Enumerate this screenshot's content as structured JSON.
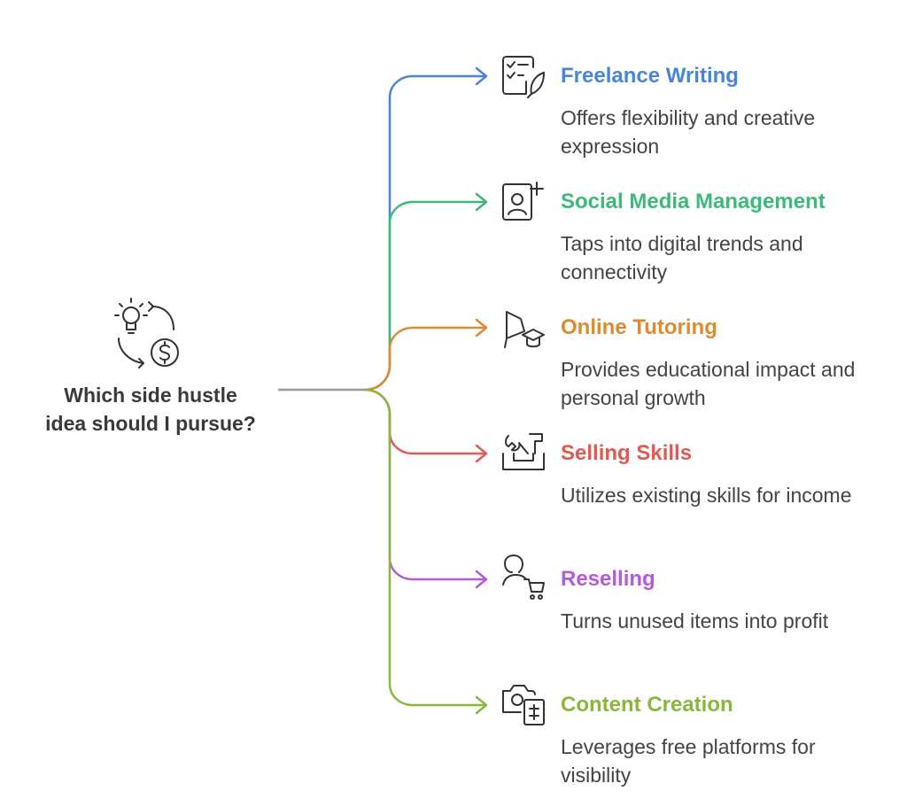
{
  "central": {
    "line1": "Which side hustle",
    "line2": "idea should I pursue?",
    "icon": "idea-money-cycle-icon"
  },
  "branches": [
    {
      "title": "Freelance Writing",
      "desc": "Offers flexibility and creative expression",
      "color": "#4a86d8",
      "icon": "checklist-pen-icon"
    },
    {
      "title": "Social Media Management",
      "desc": "Taps into digital trends and connectivity",
      "color": "#3dba7a",
      "icon": "profile-add-icon"
    },
    {
      "title": "Online Tutoring",
      "desc": "Provides educational impact and personal growth",
      "color": "#df8a2e",
      "icon": "pushpin-graduation-cap-icon"
    },
    {
      "title": "Selling Skills",
      "desc": "Utilizes existing skills for income",
      "color": "#de5a52",
      "icon": "toolbox-icon"
    },
    {
      "title": "Reselling",
      "desc": "Turns unused items into profit",
      "color": "#b45bdc",
      "icon": "person-cart-icon"
    },
    {
      "title": "Content Creation",
      "desc": "Leverages free platforms for visibility",
      "color": "#8ab83c",
      "icon": "camera-document-icon"
    }
  ]
}
